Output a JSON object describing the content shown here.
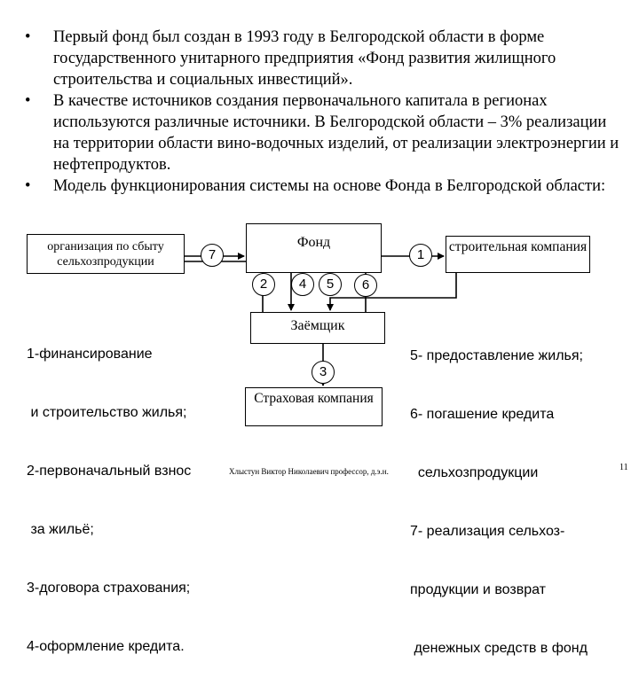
{
  "bullets": [
    "Первый фонд был создан в 1993 году в Белгородской области в форме государственного унитарного предприятия «Фонд развития жилищного строительства и социальных инвестиций».",
    "В качестве источников создания первоначального капитала в регионах используются различные источники. В Белгородской области – 3% реализации на территории области вино-водочных изделий, от реализации электроэнергии и нефтепродуктов.",
    "Модель функционирования системы на основе Фонда в Белгородской области:"
  ],
  "bullet_symbol": "•",
  "diagram": {
    "org_box": "организация по сбыту сельхозпродукции",
    "fund_box": "Фонд",
    "builder_box": "строительная компания",
    "borrower_box": "Заёмщик",
    "insurer_box": "Страховая компания",
    "numbers": {
      "n7": "7",
      "n1": "1",
      "n2": "2",
      "n4": "4",
      "n5": "5",
      "n6": "6",
      "n3": "3"
    }
  },
  "legend_left": [
    "1-финансирование",
    " и строительство жилья;",
    "2-первоначальный взнос",
    " за жильё;",
    "3-договора страхования;",
    "4-оформление кредита."
  ],
  "legend_right": [
    "5- предоставление жилья;",
    "6- погашение кредита",
    "  сельхозпродукции",
    "7- реализация сельхоз-",
    "продукции и возврат",
    " денежных средств в фонд"
  ],
  "footer_author": "Хлыстун Виктор Николаевич профессор, д.э.н.",
  "page_number": "11"
}
